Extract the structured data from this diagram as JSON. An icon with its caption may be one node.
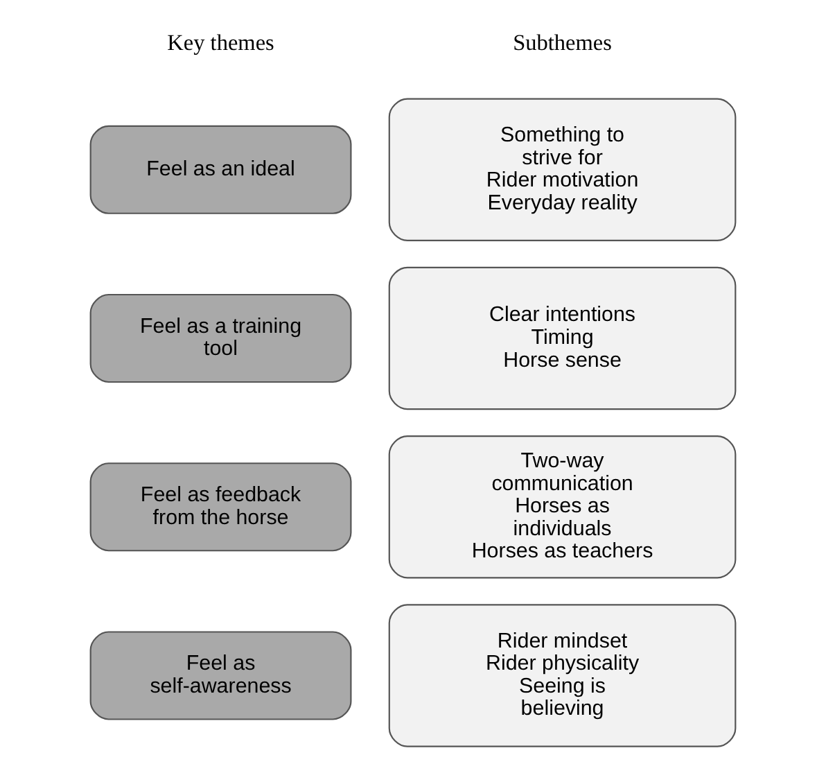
{
  "diagram": {
    "nodes": [
      {
        "text": [
          "Feel as an ideal"
        ]
      },
      {
        "text": [
          "Something to strive for",
          "Rider motivation",
          "Everyday reality"
        ]
      },
      {
        "text": [
          "Feel as a training tool"
        ]
      },
      {
        "text": [
          "Clear intentions",
          "Timing",
          "Horse sense"
        ]
      },
      {
        "text": [
          "Feel as feedback from the horse"
        ]
      },
      {
        "text": [
          "Two-way communication",
          "Horses as individuals",
          "Horses as teachers"
        ]
      },
      {
        "text": [
          "Feel as self-awareness"
        ]
      },
      {
        "text": [
          "Rider mindset",
          "Rider physicality",
          "Seeing is believing"
        ]
      }
    ],
    "edges": [],
    "labels": [
      "Key themes",
      "Subthemes"
    ]
  }
}
